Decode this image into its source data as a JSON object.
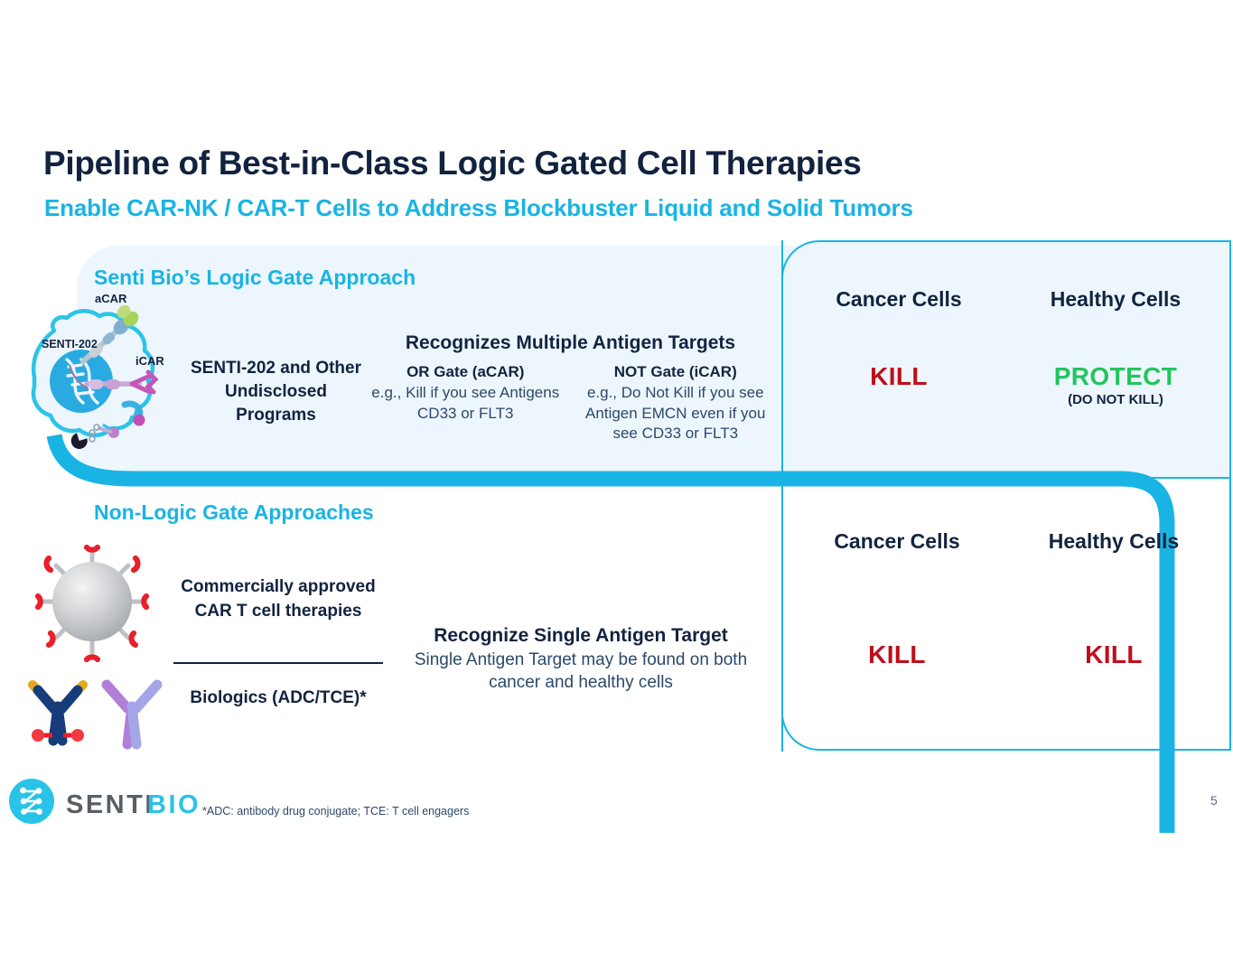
{
  "slide": {
    "title": "Pipeline of Best-in-Class Logic Gated Cell Therapies",
    "subtitle": "Enable CAR-NK / CAR-T Cells to Address Blockbuster Liquid and Solid Tumors",
    "page_number": "5",
    "footnote": "*ADC: antibody drug conjugate; TCE: T cell engagers"
  },
  "colors": {
    "brand_cyan": "#19B4E4",
    "title_navy": "#12233f",
    "panel_tint": "#EDF6FD",
    "kill_red": "#C00E1B",
    "protect_green": "#22C55E"
  },
  "logo": {
    "word_1": "SENTI",
    "word_2": "BIO",
    "mark_name": "senti-bio-molecule-mark"
  },
  "logic_section": {
    "header": "Senti Bio’s Logic Gate Approach",
    "cell_diagram": {
      "cell_label": "SENTI-202",
      "receptor_labels": [
        "aCAR",
        "iCAR"
      ]
    },
    "program_label": "SENTI-202 and Other Undisclosed Programs",
    "mechanism_heading": "Recognizes Multiple Antigen Targets",
    "gates": [
      {
        "name": "OR Gate (aCAR)",
        "description": "e.g., Kill if you see Antigens CD33 or FLT3"
      },
      {
        "name": "NOT Gate (iCAR)",
        "description": "e.g., Do Not Kill if you see Antigen EMCN even if you see CD33 or FLT3"
      }
    ],
    "outcomes": [
      {
        "cell_type": "Cancer Cells",
        "verdict": "KILL",
        "verdict_sub": "",
        "verdict_style": "kill"
      },
      {
        "cell_type": "Healthy Cells",
        "verdict": "PROTECT",
        "verdict_sub": "(DO NOT KILL)",
        "verdict_style": "protect"
      }
    ]
  },
  "nonlogic_section": {
    "header": "Non-Logic Gate Approaches",
    "car_t_label": "Commercially approved CAR T cell therapies",
    "biologics_label": "Biologics (ADC/TCE)*",
    "mechanism_heading": "Recognize Single Antigen Target",
    "mechanism_sub": "Single Antigen Target may be found on both cancer and healthy cells",
    "outcomes": [
      {
        "cell_type": "Cancer Cells",
        "verdict": "KILL",
        "verdict_sub": "",
        "verdict_style": "kill"
      },
      {
        "cell_type": "Healthy Cells",
        "verdict": "KILL",
        "verdict_sub": "",
        "verdict_style": "kill"
      }
    ]
  }
}
